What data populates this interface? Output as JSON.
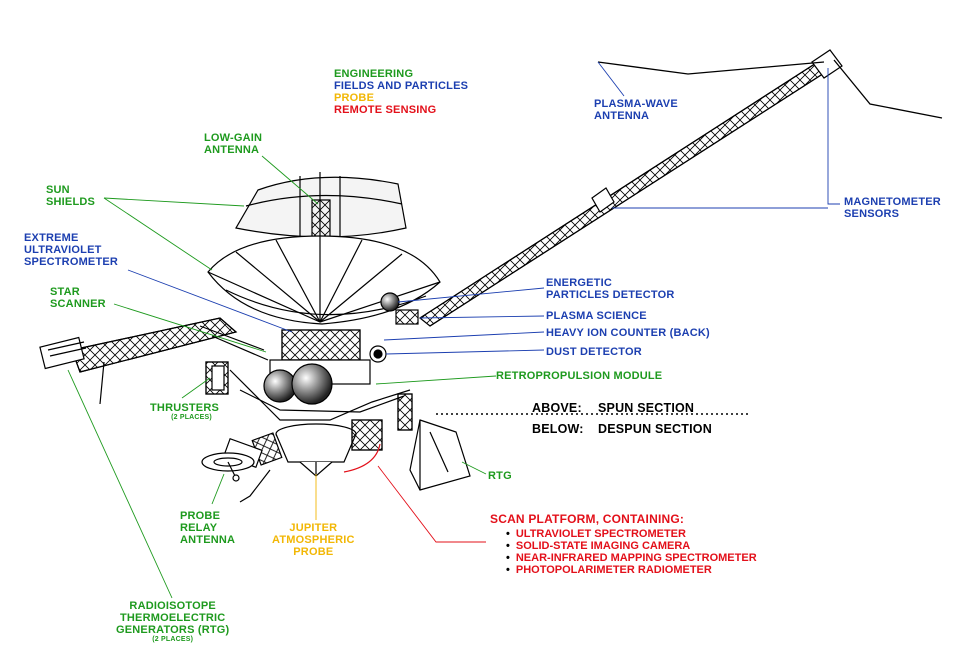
{
  "legend": {
    "engineering": "ENGINEERING",
    "fields_particles": "FIELDS AND PARTICLES",
    "probe": "PROBE",
    "remote_sensing": "REMOTE SENSING"
  },
  "labels": {
    "low_gain": [
      "LOW-GAIN",
      "ANTENNA"
    ],
    "sun_shields": [
      "SUN",
      "SHIELDS"
    ],
    "euv": [
      "EXTREME",
      "ULTRAVIOLET",
      "SPECTROMETER"
    ],
    "star_scanner": [
      "STAR",
      "SCANNER"
    ],
    "thrusters": "THRUSTERS",
    "thrusters_note": "(2 PLACES)",
    "probe_relay": [
      "PROBE",
      "RELAY",
      "ANTENNA"
    ],
    "jupiter_probe": [
      "JUPITER",
      "ATMOSPHERIC",
      "PROBE"
    ],
    "rtg_full": [
      "RADIOISOTOPE",
      "THERMOELECTRIC",
      "GENERATORS (RTG)"
    ],
    "rtg_note": "(2 PLACES)",
    "rtg": "RTG",
    "plasma_wave": [
      "PLASMA-WAVE",
      "ANTENNA"
    ],
    "magnetometer": [
      "MAGNETOMETER",
      "SENSORS"
    ],
    "epd": [
      "ENERGETIC",
      "PARTICLES DETECTOR"
    ],
    "plasma_science": "PLASMA SCIENCE",
    "heavy_ion": "HEAVY ION COUNTER (BACK)",
    "dust": "DUST DETECTOR",
    "retro": "RETROPROPULSION MODULE"
  },
  "sections": {
    "above": "ABOVE:",
    "spun": "SPUN SECTION",
    "below": "BELOW:",
    "despun": "DESPUN SECTION"
  },
  "scan_platform": {
    "title": "SCAN PLATFORM, CONTAINING:",
    "items": [
      "ULTRAVIOLET SPECTROMETER",
      "SOLID-STATE IMAGING CAMERA",
      "NEAR-INFRARED MAPPING SPECTROMETER",
      "PHOTOPOLARIMETER RADIOMETER"
    ]
  },
  "colors": {
    "engineering": "#1e9a1e",
    "fields_particles": "#1c3fb0",
    "probe": "#f2b705",
    "remote_sensing": "#e3101a",
    "drawing": "#000000"
  }
}
